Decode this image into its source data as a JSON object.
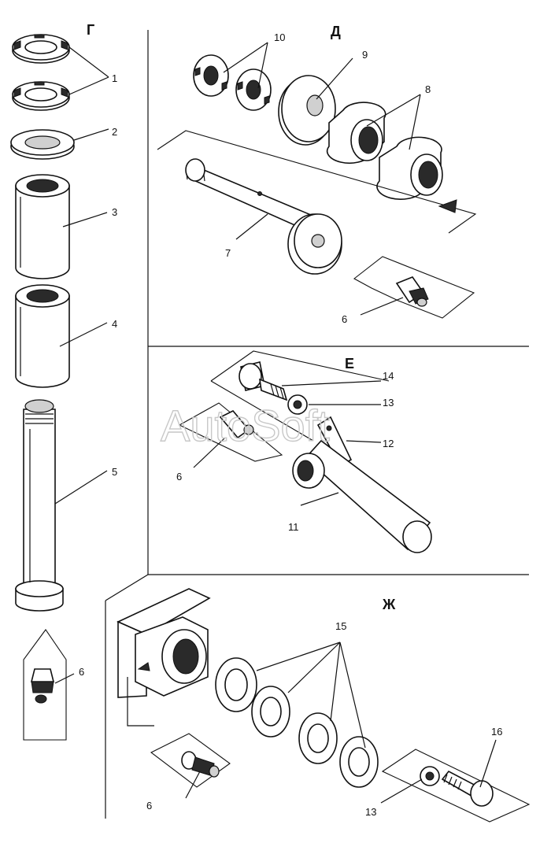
{
  "sections": {
    "g": "Г",
    "d": "Д",
    "e": "Е",
    "zh": "Ж"
  },
  "callouts": {
    "c1": "1",
    "c2": "2",
    "c3": "3",
    "c4": "4",
    "c5": "5",
    "c6_g": "6",
    "c10": "10",
    "c9": "9",
    "c8": "8",
    "c7": "7",
    "c6_d": "6",
    "c14": "14",
    "c13_e": "13",
    "c12": "12",
    "c11": "11",
    "c6_e": "6",
    "c15": "15",
    "c16": "16",
    "c6_zh": "6",
    "c13_zh": "13"
  },
  "watermark": "AutoSoft"
}
